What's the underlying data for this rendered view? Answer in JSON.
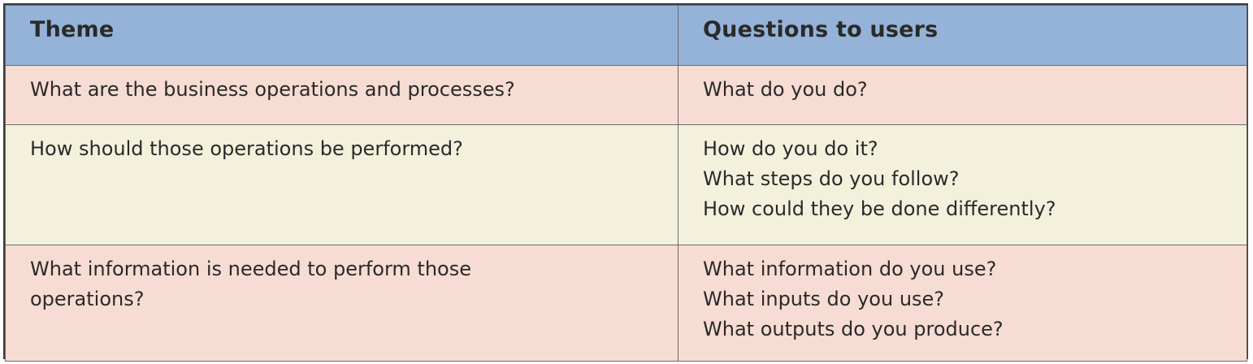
{
  "table": {
    "headers": [
      "Theme",
      "Questions to users"
    ],
    "rows": [
      {
        "theme": "What are the business operations and processes?",
        "questions": [
          "What do you do?"
        ]
      },
      {
        "theme": "How should those operations be performed?",
        "questions": [
          "How do you do it?",
          "What steps do you follow?",
          "How could they be done differently?"
        ]
      },
      {
        "theme_lines": [
          "What information is needed to perform those",
          "operations?"
        ],
        "questions": [
          "What information do you use?",
          "What inputs do you use?",
          "What outputs do you produce?"
        ]
      }
    ]
  },
  "colors": {
    "header_bg": "#95b3d9",
    "row_pink": "#f6dcd2",
    "row_cream": "#f3f1dc",
    "border": "#3c3c3c"
  }
}
